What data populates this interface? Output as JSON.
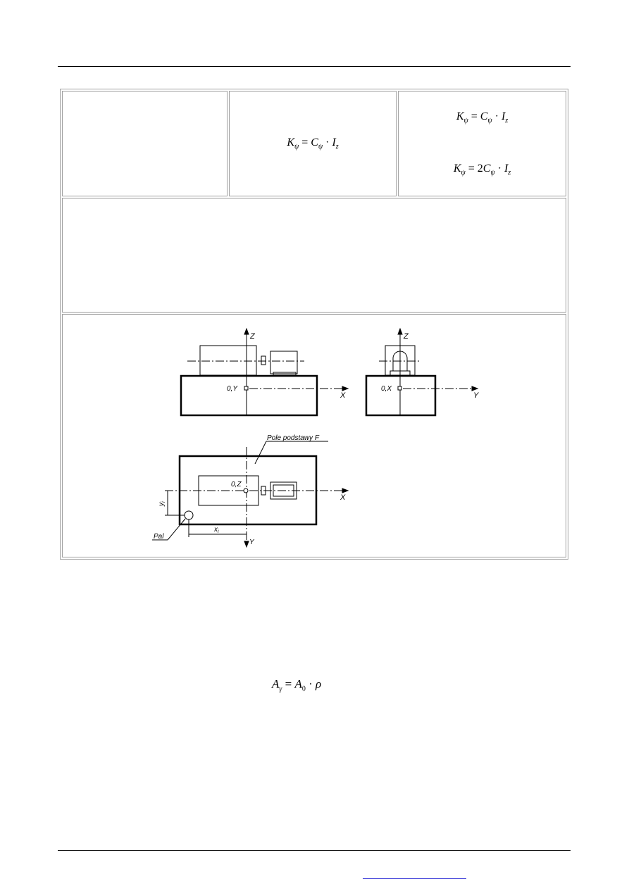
{
  "table": {
    "row1": {
      "cell2_formula": {
        "lhs": "K",
        "lhs_sub": "ψ",
        "c": "C",
        "c_sub": "ψ",
        "i": "I",
        "i_sub": "z"
      },
      "cell3_formula_a": {
        "lhs": "K",
        "lhs_sub": "ψ",
        "c": "C",
        "c_sub": "ψ",
        "i": "I",
        "i_sub": "z"
      },
      "cell3_formula_b": {
        "lhs": "K",
        "lhs_sub": "ψ",
        "coef": "2",
        "c": "C",
        "c_sub": "ψ",
        "i": "I",
        "i_sub": "z"
      }
    },
    "figure": {
      "axis_z1": "Z",
      "origin_front": "0,Y",
      "axis_x1": "X",
      "axis_z2": "Z",
      "origin_side": "0,X",
      "axis_y2": "Y",
      "base_area_label": "Pole podstawy F",
      "origin_top": "0,Z",
      "axis_x3": "X",
      "axis_y3": "Y",
      "dim_y": "y",
      "dim_y_sub": "i",
      "dim_x": "x",
      "dim_x_sub": "i",
      "pile_label": "Pal"
    }
  },
  "bottom_formula": {
    "lhs": "A",
    "lhs_sub": "γ",
    "a0": "A",
    "a0_sub": "0",
    "rho": "ρ"
  }
}
